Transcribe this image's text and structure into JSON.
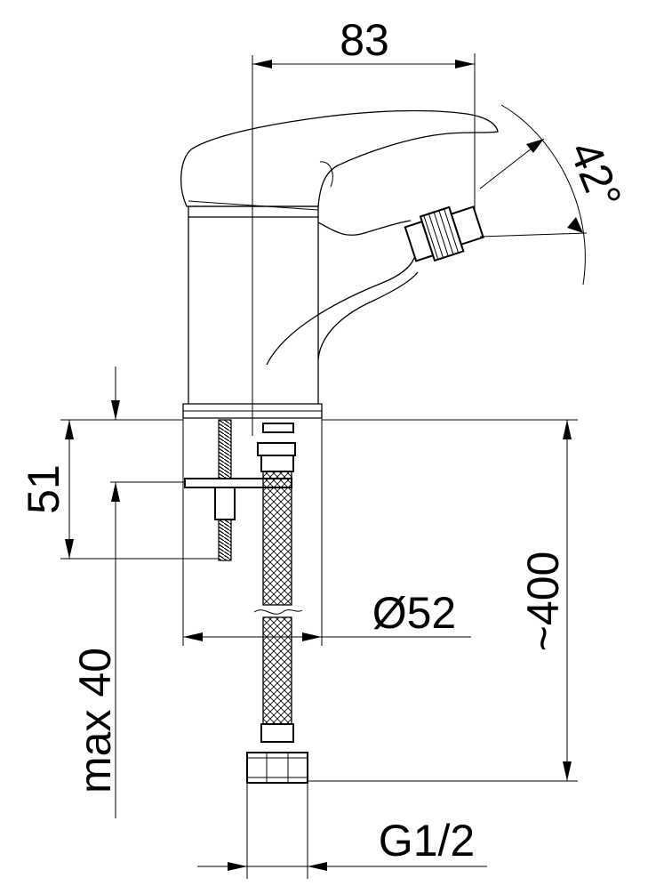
{
  "dimensions": {
    "spout_reach": "83",
    "swivel_angle": "42°",
    "deck_height": "51",
    "base_diameter": "Ø52",
    "hose_length": "~400",
    "max_deck_thickness": "max 40",
    "thread": "G1/2"
  }
}
